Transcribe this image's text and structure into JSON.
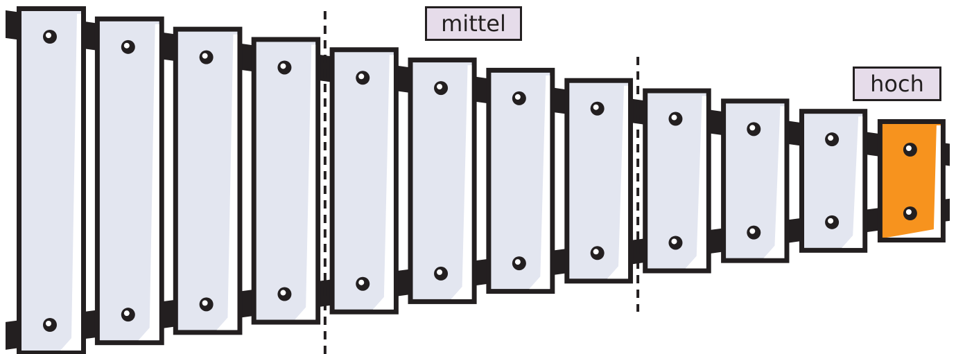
{
  "labels": {
    "middle": "mittel",
    "high": "hoch"
  },
  "colors": {
    "frame": "#231f20",
    "bar_fill": "#e3e6f0",
    "bar_highlight": "#ffffff",
    "highlighted_bar_fill": "#f7931e",
    "label_background": "#e6dcea"
  },
  "bars": {
    "count": 12,
    "highlighted_index": 11
  },
  "dividers": {
    "after_bar_indices": [
      3,
      7
    ]
  }
}
